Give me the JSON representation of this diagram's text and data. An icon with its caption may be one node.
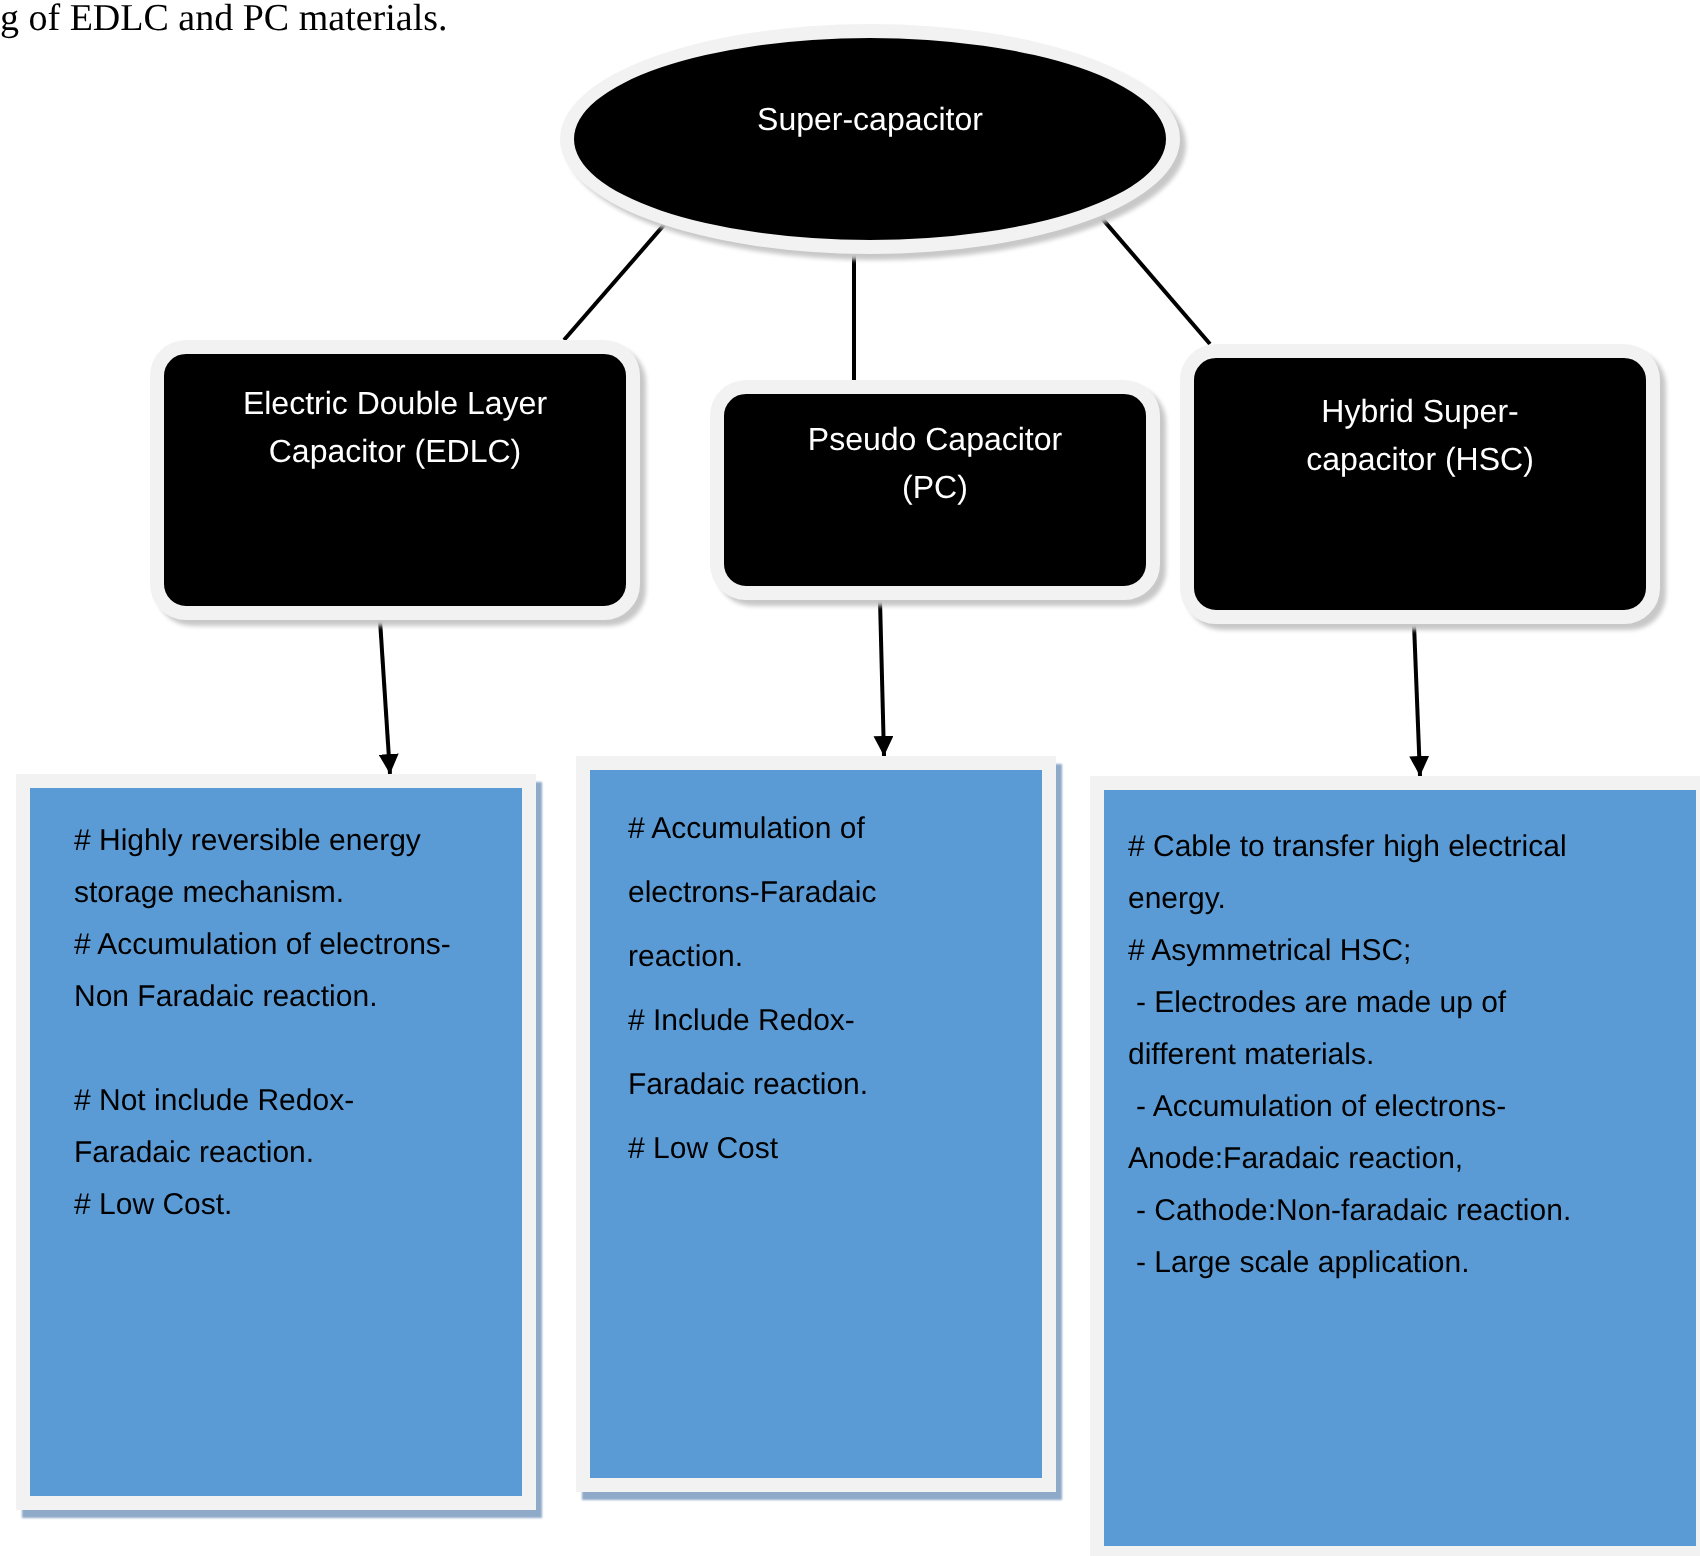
{
  "diagram": {
    "nodes": [
      {
        "text": [
          "Super-capacitor"
        ]
      },
      {
        "text": [
          "Electric Double Layer Capacitor (EDLC)"
        ]
      },
      {
        "text": [
          "Pseudo Capacitor (PC)"
        ]
      },
      {
        "text": [
          "Hybrid Super-capacitor (HSC)"
        ]
      },
      {
        "text": [
          "# Highly reversible energy storage mechanism.",
          "# Accumulation of electrons- Non Faradaic reaction.",
          "# Not include Redox-Faradaic reaction.",
          "# Low Cost."
        ]
      },
      {
        "text": [
          "# Accumulation of electrons-Faradaic reaction.",
          "# Include Redox-Faradaic reaction.",
          "# Low Cost"
        ]
      },
      {
        "text": [
          "# Cable to transfer high electrical energy.",
          "# Asymmetrical HSC;",
          "- Electrodes are made up of different materials.",
          "- Accumulation of electrons-Anode:Faradaic reaction,",
          "- Cathode:Non-faradaic reaction.",
          "- Large scale application."
        ]
      }
    ],
    "edges": [
      {
        "from": 0,
        "to": 1,
        "arrow": "none"
      },
      {
        "from": 0,
        "to": 2,
        "arrow": "none"
      },
      {
        "from": 0,
        "to": 3,
        "arrow": "none"
      },
      {
        "from": 1,
        "to": 4,
        "arrow": "to"
      },
      {
        "from": 2,
        "to": 5,
        "arrow": "to"
      },
      {
        "from": 3,
        "to": 6,
        "arrow": "to"
      }
    ],
    "labels": [
      "g of EDLC and PC materials."
    ]
  }
}
